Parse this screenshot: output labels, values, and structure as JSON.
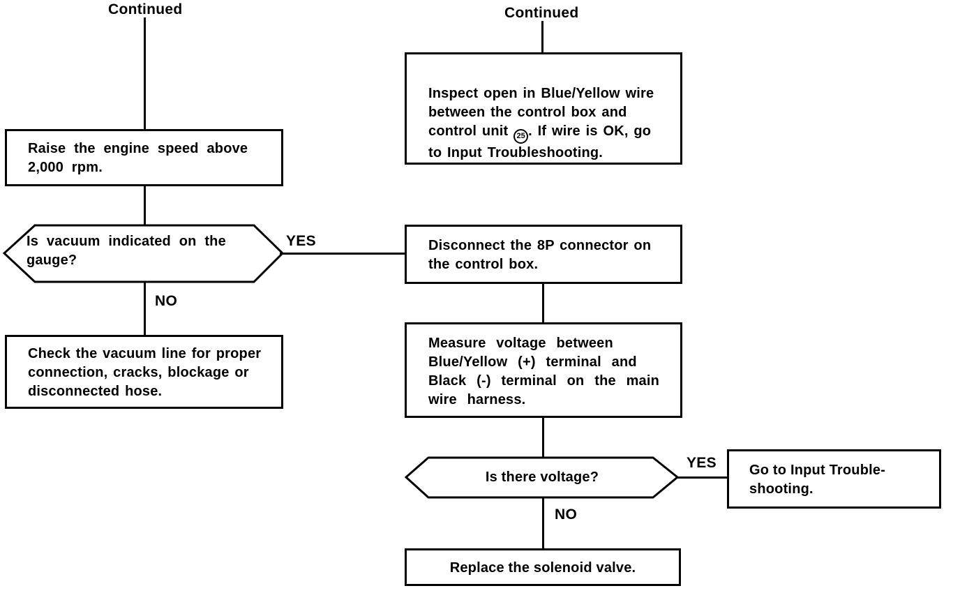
{
  "labels": {
    "continued": "Continued",
    "yes": "YES",
    "no": "NO"
  },
  "nodes": {
    "raise_engine": {
      "text": "Raise the engine speed above\n2,000 rpm."
    },
    "vacuum_decision": {
      "text": "Is vacuum indicated on the\ngauge?"
    },
    "check_vacuum_line": {
      "text": "Check the vacuum line for proper\nconnection, cracks, blockage or\ndisconnected hose."
    },
    "inspect_open_wire": {
      "text_before": "Inspect open in Blue/Yellow wire\nbetween the control box and\ncontrol unit ",
      "connector_ref": "25",
      "text_after": ". If wire is OK, go\nto Input Troubleshooting."
    },
    "disconnect_8p": {
      "text": "Disconnect the 8P connector on\nthe control box."
    },
    "measure_voltage": {
      "text": "Measure voltage between\nBlue/Yellow (+) terminal and\nBlack (-) terminal on the main\nwire harness."
    },
    "voltage_decision": {
      "text": "Is there voltage?"
    },
    "goto_input_troubleshooting": {
      "text": "Go to Input Trouble-\nshooting."
    },
    "replace_solenoid": {
      "text": "Replace the solenoid valve."
    }
  },
  "colors": {
    "line": "#000000",
    "background": "#ffffff"
  }
}
